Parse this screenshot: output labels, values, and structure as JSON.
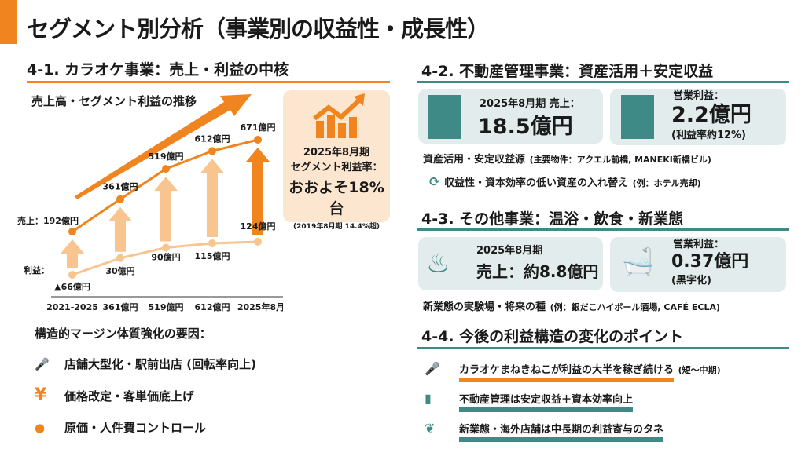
{
  "title": "セグメント別分析（事業別の収益性・成長性）",
  "s41": {
    "heading": "4-1. カラオケ事業：売上・利益の中核",
    "chart_title": "売上高・セグメント利益の推移",
    "box": {
      "period": "2025年8月期",
      "label": "セグメント利益率：",
      "value": "おおよそ18%台",
      "note": "(2019年8月期 14.4%超)"
    },
    "factors_title": "構造的マージン体質強化の要因：",
    "factors": [
      "店舗大型化・駅前出店 (回転率向上)",
      "価格改定・客単価底上げ",
      "原価・人件費コントロール"
    ]
  },
  "chart_data": {
    "type": "line",
    "title": "売上高・セグメント利益の推移",
    "categories": [
      "2021-2025",
      "361億円",
      "519億円",
      "612億円",
      "2025年8月期)"
    ],
    "series": [
      {
        "name": "売上",
        "values": [
          192,
          361,
          519,
          612,
          671
        ],
        "labels": [
          "売上：192億円",
          "361億円",
          "519億円",
          "612億円",
          "671億円"
        ]
      },
      {
        "name": "利益",
        "values": [
          -66,
          30,
          90,
          115,
          124
        ],
        "labels": [
          "▲66億円",
          "30億円",
          "90億円",
          "115億円",
          "124億円"
        ]
      }
    ],
    "series_prefix_profit": "利益："
  },
  "s42": {
    "heading": "4-2. 不動産管理事業：資産活用＋安定収益",
    "card1": {
      "label": "2025年8月期 売上：",
      "value": "18.5億円"
    },
    "card2": {
      "label": "営業利益：",
      "value": "2.2億円",
      "note": "(利益率約12%)"
    },
    "line1": "資産活用・安定収益源",
    "line1_note": "(主要物件：アクエル前橋, MANEKI新橋ビル)",
    "line2": "収益性・資本効率の低い資産の入れ替え",
    "line2_note": "(例：ホテル売却)"
  },
  "s43": {
    "heading": "4-3. その他事業：温浴・飲食・新業態",
    "card1": {
      "label": "2025年8月期",
      "value": "売上：約8.8億円"
    },
    "card2": {
      "label": "営業利益：",
      "value": "0.37億円",
      "note": "(黒字化)"
    },
    "line1": "新業態の実験場・将来の種",
    "line1_note": "(例：銀だこハイボール酒場, CAFÉ ECLA)"
  },
  "s44": {
    "heading": "4-4. 今後の利益構造の変化のポイント",
    "points": [
      {
        "text": "カラオケまねきねこが利益の大半を稼ぎ続ける",
        "note": "(短〜中期)"
      },
      {
        "text": "不動産管理は安定収益＋資本効率向上"
      },
      {
        "text": "新業態・海外店舗は中長期の利益寄与のタネ"
      }
    ]
  },
  "colors": {
    "orange": "#f0841e",
    "teal": "#3d8a86",
    "light_orange": "#f8c48f"
  }
}
